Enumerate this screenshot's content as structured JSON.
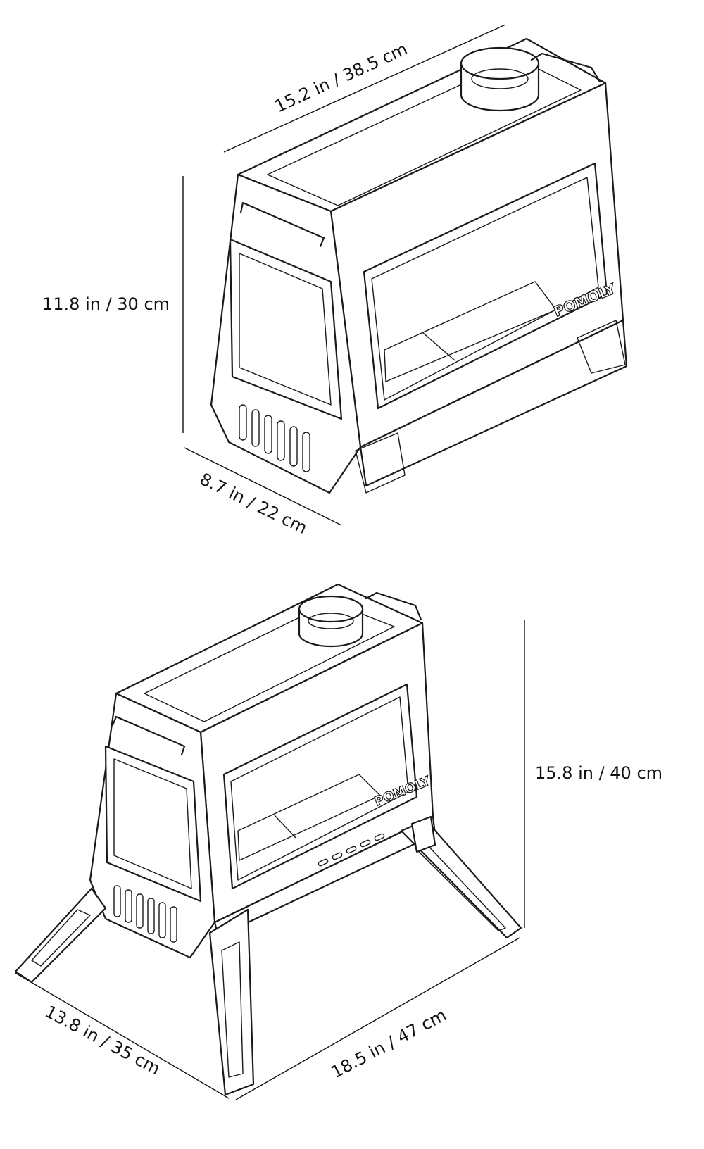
{
  "brand": "POMOLY",
  "views": {
    "folded": {
      "length": "15.2 in / 38.5 cm",
      "height": "11.8 in / 30 cm",
      "depth": "8.7 in / 22 cm"
    },
    "standing": {
      "height": "15.8 in / 40 cm",
      "depth": "13.8 in / 35 cm",
      "length": "18.5 in / 47 cm"
    }
  }
}
